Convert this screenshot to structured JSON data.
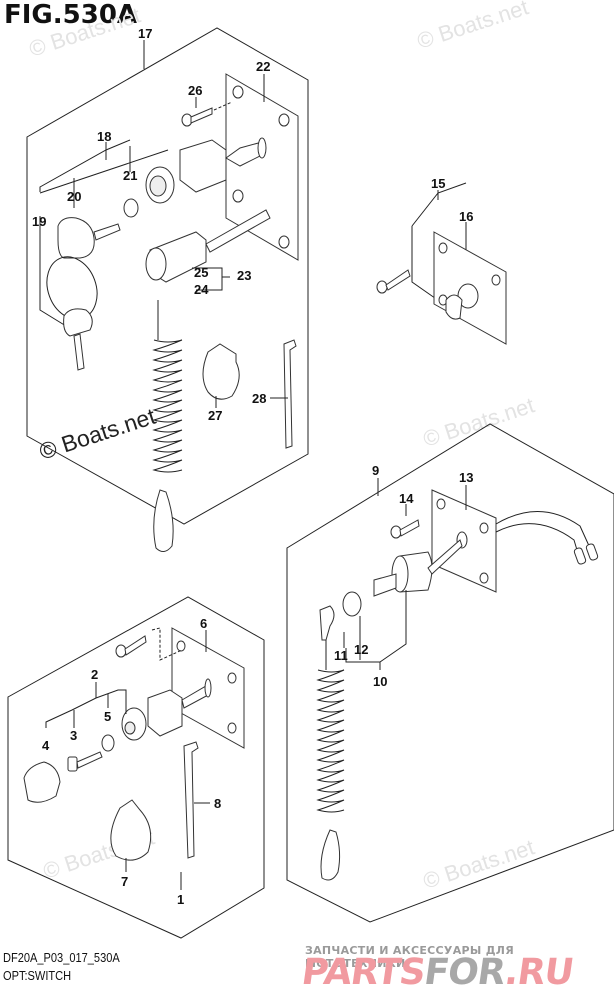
{
  "figure": {
    "title": "FIG.530A",
    "code": "DF20A_P03_017_530A",
    "name": "OPT:SWITCH"
  },
  "watermarks": {
    "boats": "© Boats.net",
    "partsfor_subtitle": "ЗАПЧАСТИ И АКСЕССУАРЫ ДЛЯ МОТОТЕХНИКИ",
    "partsfor_logo_a": "PARTS",
    "partsfor_logo_b": "FOR",
    "partsfor_logo_c": ".RU"
  },
  "callouts": {
    "c1": "1",
    "c2": "2",
    "c3": "3",
    "c4": "4",
    "c5": "5",
    "c6": "6",
    "c7": "7",
    "c8": "8",
    "c9": "9",
    "c10": "10",
    "c11": "11",
    "c12": "12",
    "c13": "13",
    "c14": "14",
    "c15": "15",
    "c16": "16",
    "c17": "17",
    "c18": "18",
    "c19": "19",
    "c20": "20",
    "c21": "21",
    "c22": "22",
    "c23": "23",
    "c24": "24",
    "c25": "25",
    "c26": "26",
    "c27": "27",
    "c28": "28"
  },
  "groups": [
    {
      "id": "17",
      "contains": [
        "18",
        "19",
        "20",
        "21",
        "22",
        "23",
        "24",
        "25",
        "26",
        "27",
        "28"
      ]
    },
    {
      "id": "15",
      "contains": [
        "16"
      ]
    },
    {
      "id": "9",
      "contains": [
        "10",
        "11",
        "12",
        "13",
        "14"
      ]
    },
    {
      "id": "1",
      "contains": [
        "2",
        "3",
        "4",
        "5",
        "6",
        "7",
        "8"
      ]
    }
  ]
}
